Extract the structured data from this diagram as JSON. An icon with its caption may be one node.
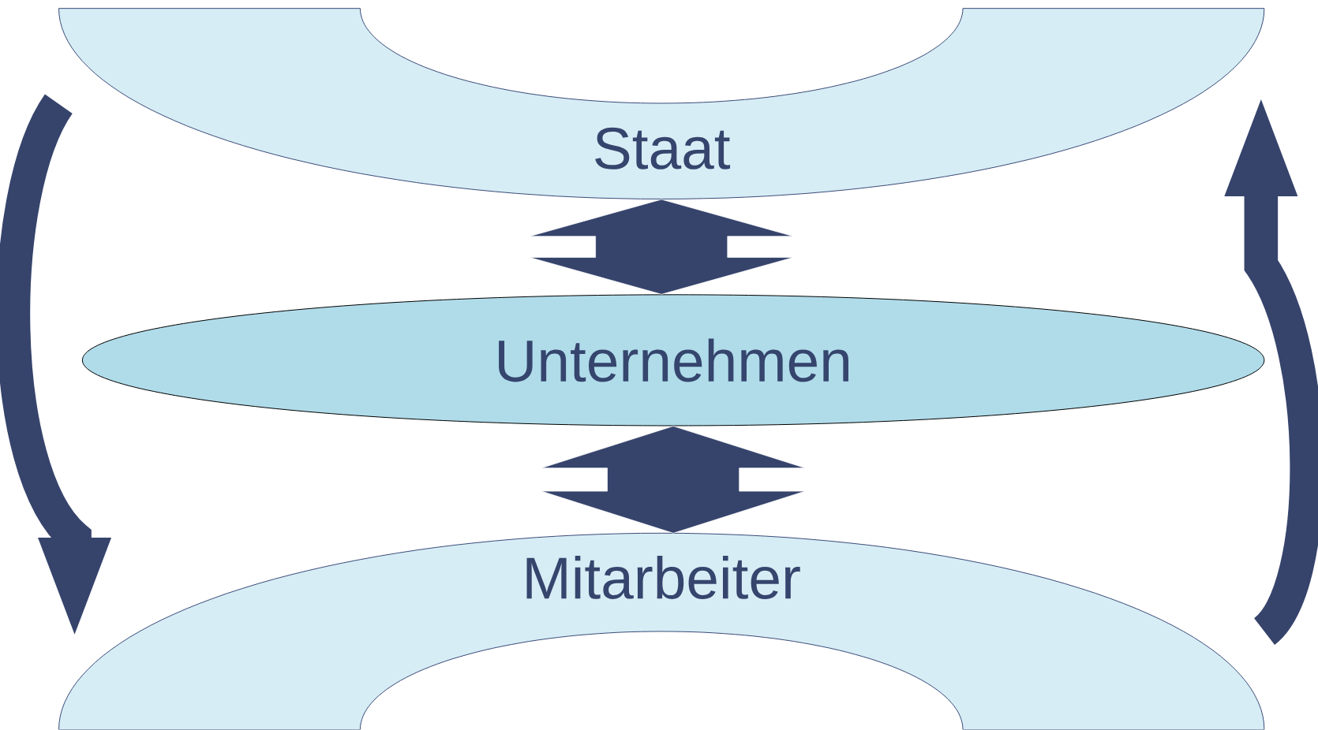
{
  "diagram": {
    "nodes": [
      {
        "text": [
          "Staat"
        ]
      },
      {
        "text": [
          "Unternehmen"
        ]
      },
      {
        "text": [
          "Mitarbeiter"
        ]
      }
    ],
    "edges": [
      {
        "from": 0,
        "to": 1,
        "arrow": "both"
      },
      {
        "from": 1,
        "to": 2,
        "arrow": "both"
      },
      {
        "from": 0,
        "to": 2,
        "arrow": "to"
      },
      {
        "from": 2,
        "to": 0,
        "arrow": "to"
      }
    ]
  }
}
